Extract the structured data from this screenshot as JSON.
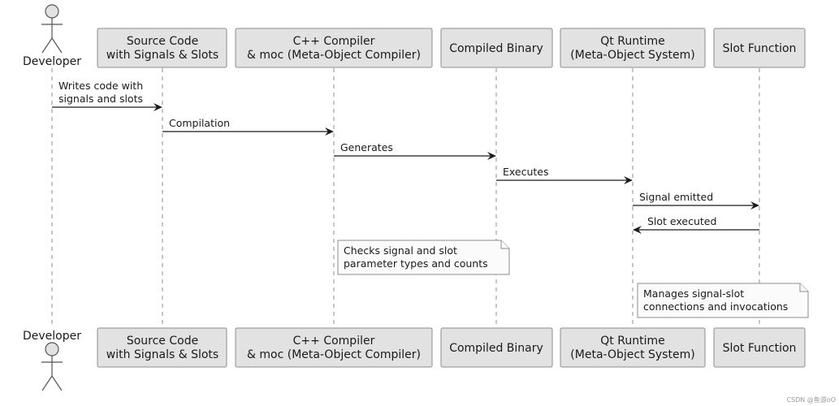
{
  "participants": [
    {
      "id": "developer",
      "lines": [
        "Developer"
      ],
      "type": "actor"
    },
    {
      "id": "source",
      "lines": [
        "Source Code",
        "with Signals & Slots"
      ],
      "type": "box"
    },
    {
      "id": "compiler",
      "lines": [
        "C++ Compiler",
        "& moc (Meta-Object Compiler)"
      ],
      "type": "box"
    },
    {
      "id": "binary",
      "lines": [
        "Compiled Binary"
      ],
      "type": "box"
    },
    {
      "id": "runtime",
      "lines": [
        "Qt Runtime",
        "(Meta-Object System)"
      ],
      "type": "box"
    },
    {
      "id": "slot",
      "lines": [
        "Slot Function"
      ],
      "type": "box"
    }
  ],
  "messages": [
    {
      "from": "developer",
      "to": "source",
      "lines": [
        "Writes code with",
        "signals and slots"
      ]
    },
    {
      "from": "source",
      "to": "compiler",
      "lines": [
        "Compilation"
      ]
    },
    {
      "from": "compiler",
      "to": "binary",
      "lines": [
        "Generates"
      ]
    },
    {
      "from": "binary",
      "to": "runtime",
      "lines": [
        "Executes"
      ]
    },
    {
      "from": "runtime",
      "to": "slot",
      "lines": [
        "Signal emitted"
      ]
    },
    {
      "from": "slot",
      "to": "runtime",
      "lines": [
        "Slot executed"
      ]
    }
  ],
  "notes": [
    {
      "over": "compiler",
      "lines": [
        "Checks signal and slot",
        "parameter types and counts"
      ]
    },
    {
      "over": "runtime",
      "lines": [
        "Manages signal-slot",
        "connections and invocations"
      ]
    }
  ],
  "watermark": "CSDN @鱼游oO"
}
